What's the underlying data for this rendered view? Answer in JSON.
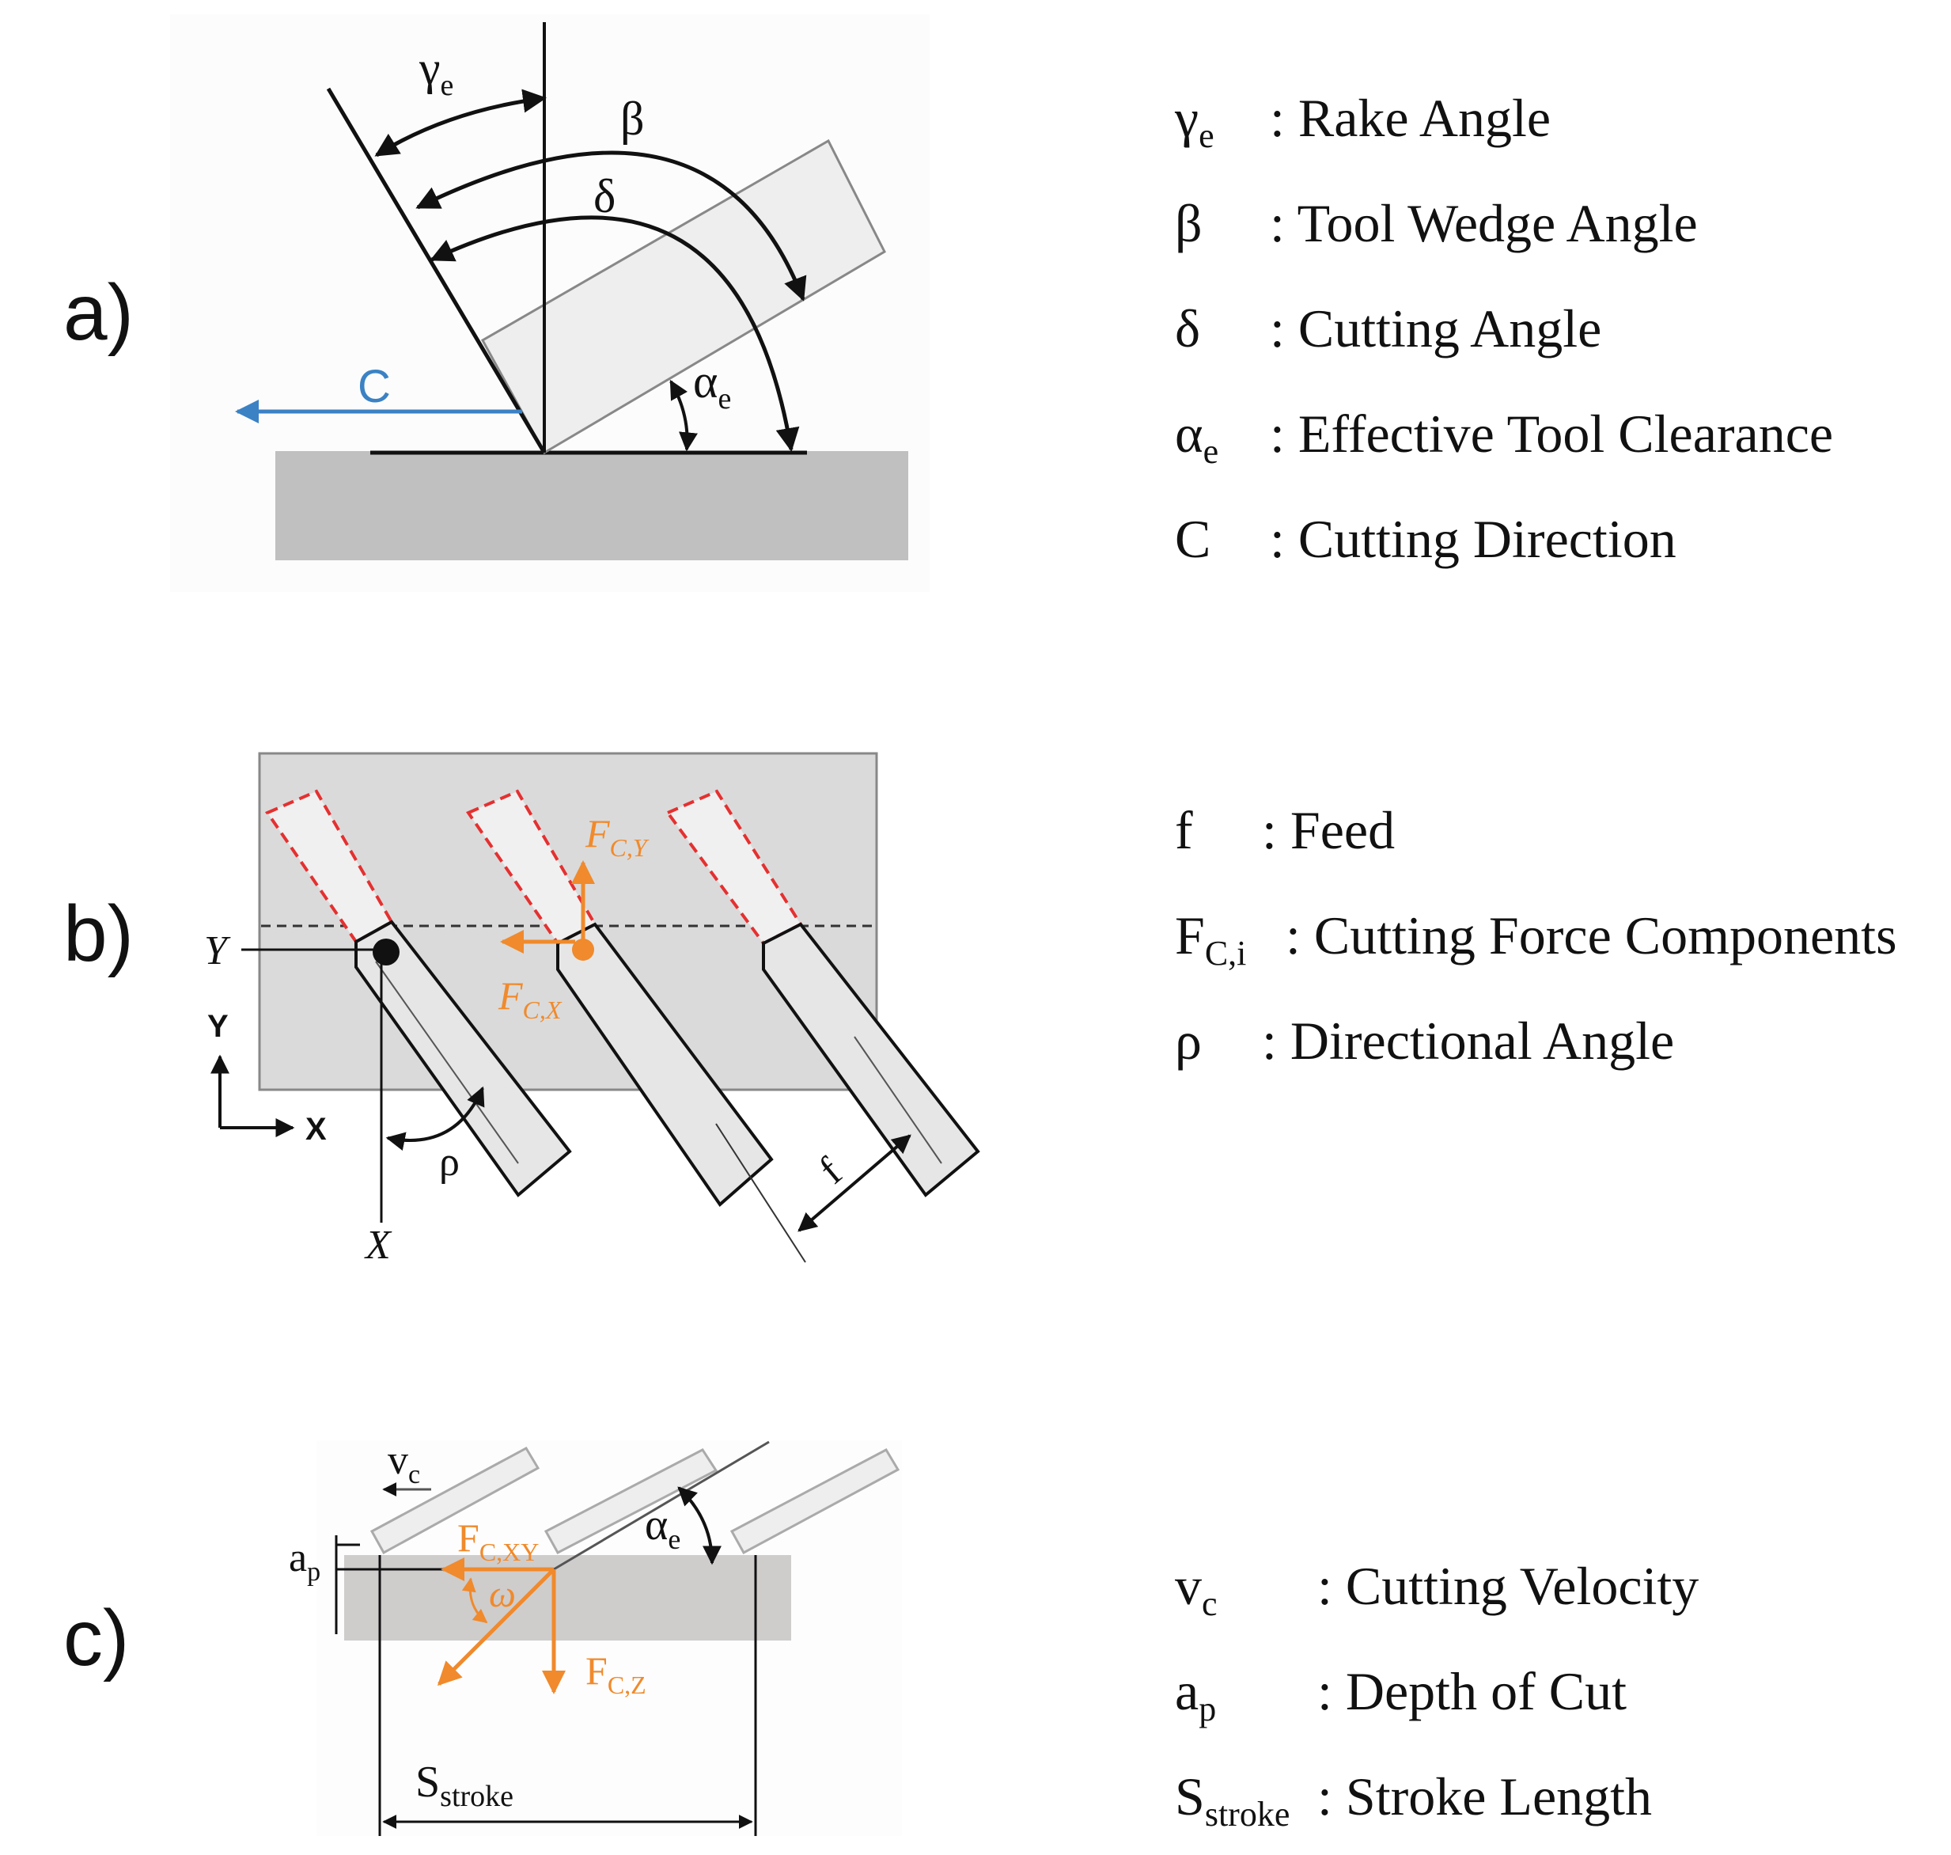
{
  "panels": {
    "a": {
      "label": "a)",
      "figure": {
        "gamma": "γ",
        "gamma_sub": "e",
        "beta": "β",
        "delta": "δ",
        "alpha": "α",
        "alpha_sub": "e",
        "c": "C"
      },
      "legend": [
        {
          "sym": "γ",
          "sub": "e",
          "desc": ": Rake Angle"
        },
        {
          "sym": "β",
          "sub": "",
          "desc": ": Tool Wedge Angle"
        },
        {
          "sym": "δ",
          "sub": "",
          "desc": ": Cutting Angle"
        },
        {
          "sym": "α",
          "sub": "e",
          "desc": ": Effective Tool Clearance"
        },
        {
          "sym": "C",
          "sub": "",
          "desc": ": Cutting Direction"
        }
      ]
    },
    "b": {
      "label": "b)",
      "figure": {
        "fcy": "F",
        "fcy_sub": "C,Y",
        "fcx": "F",
        "fcx_sub": "C,X",
        "axis_y_italic": "Y",
        "axis_x_italic": "X",
        "axis_y": "Y",
        "axis_x": "X",
        "rho": "ρ",
        "feed": "f"
      },
      "legend": [
        {
          "sym": "f",
          "sub": "",
          "desc": ": Feed"
        },
        {
          "sym": "F",
          "sub": "C,i",
          "desc": ": Cutting Force Components"
        },
        {
          "sym": "ρ",
          "sub": "",
          "desc": ": Directional Angle"
        }
      ]
    },
    "c": {
      "label": "c)",
      "figure": {
        "vc": "v",
        "vc_sub": "c",
        "ap": "a",
        "ap_sub": "p",
        "fcxy": "F",
        "fcxy_sub": "C,XY",
        "omega": "ω",
        "fcz": "F",
        "fcz_sub": "C,Z",
        "alpha": "α",
        "alpha_sub": "e",
        "stroke": "S",
        "stroke_sub": "stroke"
      },
      "legend": [
        {
          "sym": "v",
          "sub": "c",
          "desc": ": Cutting Velocity"
        },
        {
          "sym": "a",
          "sub": "p",
          "desc": ": Depth of Cut"
        },
        {
          "sym": "S",
          "sub": "stroke",
          "desc": ": Stroke Length"
        }
      ]
    }
  },
  "colors": {
    "ink": "#111111",
    "workpiece": "#c0c0c0",
    "tool_fill": "#efefef",
    "blue": "#3b82c4",
    "orange": "#f08a2c",
    "red": "#e53030"
  }
}
